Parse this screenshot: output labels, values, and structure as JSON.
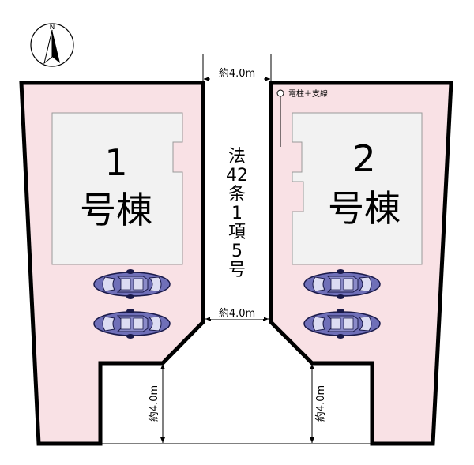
{
  "compass": {
    "north_label": "N",
    "icon": "north-arrow-icon"
  },
  "road_width_top": "約4.0m",
  "road_width_middle": "約4.0m",
  "road_vertical_left": "約4.0m",
  "road_vertical_right": "約4.0m",
  "road_designation": [
    "法",
    "42",
    "条",
    "1",
    "項",
    "5",
    "号"
  ],
  "utility_pole_label": "電柱＋支線",
  "lots": [
    {
      "number": "1",
      "name": "号棟",
      "car_icon": "car-icon",
      "parking_count": 2
    },
    {
      "number": "2",
      "name": "号棟",
      "car_icon": "car-icon",
      "parking_count": 2
    }
  ],
  "colors": {
    "lot_fill": "#f9e1e5",
    "building_fill": "#f2f2f2",
    "car_body": "#6f6fb8",
    "outline": "#000000"
  }
}
